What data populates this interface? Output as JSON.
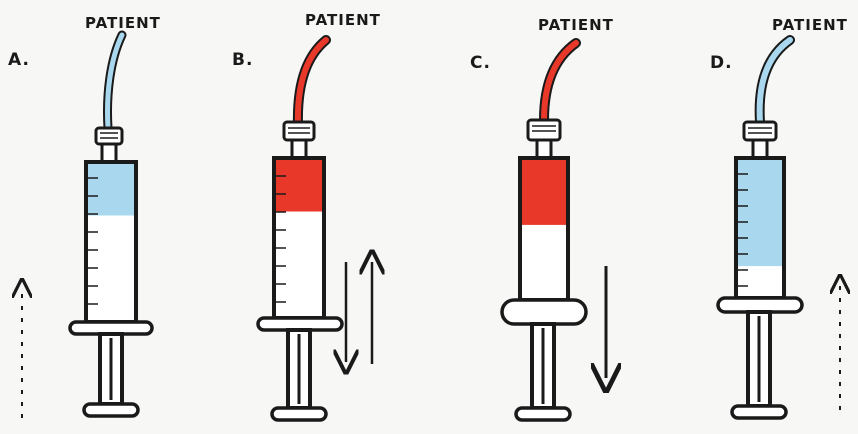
{
  "colors": {
    "background": "#f7f7f5",
    "ink": "#1a1a1a",
    "saline": "#a9d8ee",
    "blood": "#e8382a",
    "barrel": "#ffffff"
  },
  "panels": [
    {
      "id": "A",
      "letter": "A.",
      "patient_label": "PATIENT",
      "fluid": "saline",
      "fill_fraction": 0.33,
      "arrow": "up-dotted"
    },
    {
      "id": "B",
      "letter": "B.",
      "patient_label": "PATIENT",
      "fluid": "blood",
      "fill_fraction": 0.33,
      "arrow": "down-and-up"
    },
    {
      "id": "C",
      "letter": "C.",
      "patient_label": "PATIENT",
      "fluid": "blood",
      "fill_fraction": 0.47,
      "arrow": "down"
    },
    {
      "id": "D",
      "letter": "D.",
      "patient_label": "PATIENT",
      "fluid": "saline",
      "fill_fraction": 0.78,
      "arrow": "up-dotted"
    }
  ]
}
